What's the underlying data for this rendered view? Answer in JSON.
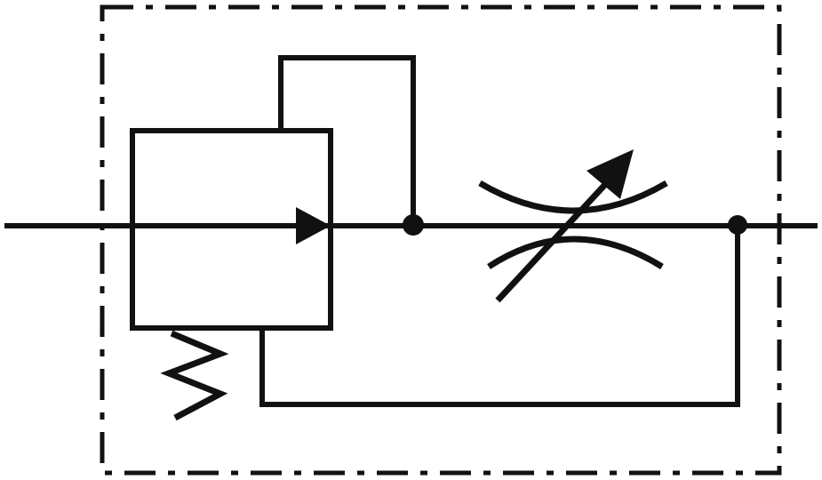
{
  "diagram": {
    "type": "hydraulic-symbol",
    "components": [
      "enclosure-boundary",
      "pressure-compensator-valve",
      "pilot-line",
      "spring",
      "variable-throttle-adjustable-orifice",
      "main-flow-line",
      "junction-dots",
      "feedback-line"
    ],
    "colors": {
      "stroke": "#111111",
      "background": "#ffffff"
    }
  }
}
